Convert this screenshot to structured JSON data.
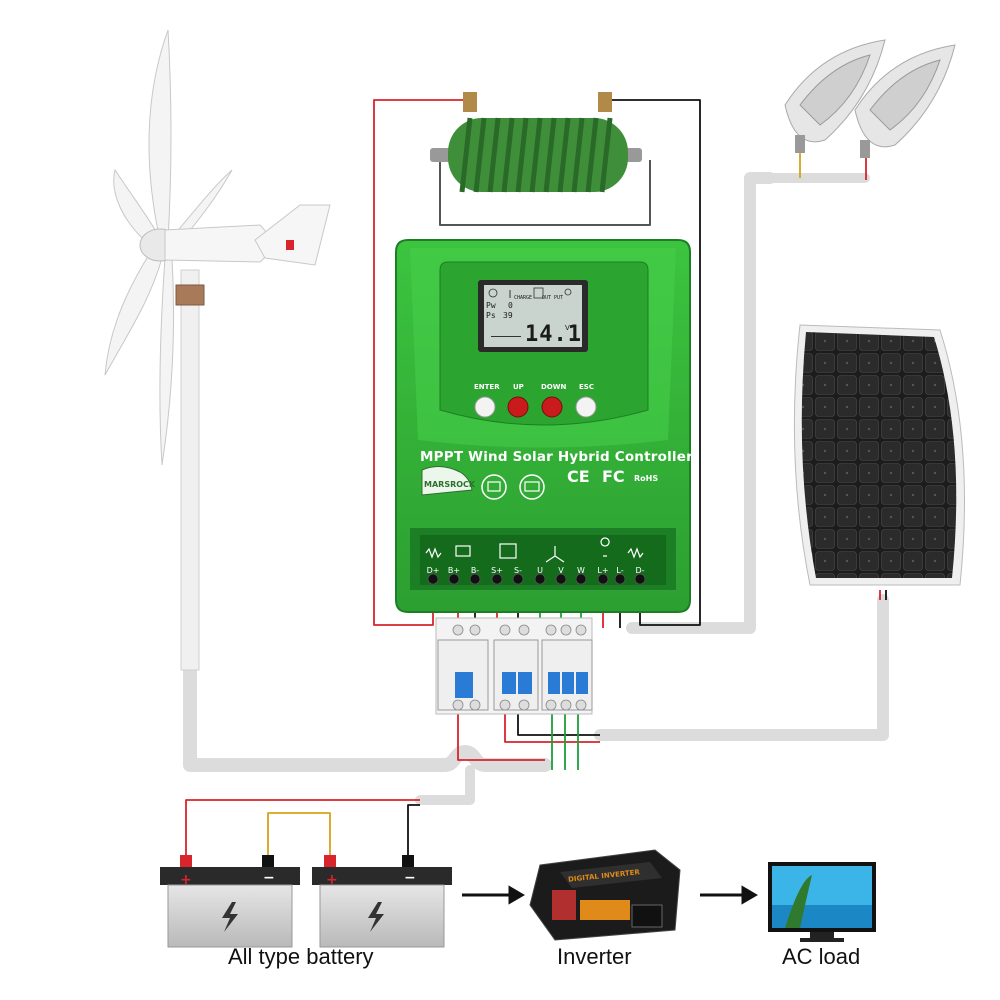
{
  "controller": {
    "title": "MPPT Wind Solar Hybrid Controller",
    "brand": "MARSROCK",
    "buttons": [
      "ENTER",
      "UP",
      "DOWN",
      "ESC"
    ],
    "lcd": {
      "reading": "14.1",
      "unit": "V",
      "pw_label": "Pw",
      "pw_value": "0",
      "ps_label": "Ps",
      "ps_value": "39",
      "charge_label": "CHARGE",
      "output_label": "OUT PUT"
    },
    "terminals": [
      "D+",
      "B+",
      "B-",
      "S+",
      "S-",
      "U",
      "V",
      "W",
      "L+",
      "L-",
      "D-"
    ],
    "certifications": [
      "CE",
      "FC",
      "RoHS"
    ]
  },
  "captions": {
    "battery": "All type battery",
    "inverter": "Inverter",
    "load": "AC load"
  },
  "inverter_brand": "DIGITAL INVERTER",
  "battery_signs": {
    "positive": "+",
    "negative": "−"
  },
  "colors": {
    "controller_green": "#35b03a",
    "controller_dark": "#1d7f25",
    "wire_red": "#d8242b",
    "wire_black": "#111111",
    "wire_yellow": "#d6a21a",
    "cable_gray": "#dcdcdc",
    "battery_gray": "#c9c9c9"
  }
}
